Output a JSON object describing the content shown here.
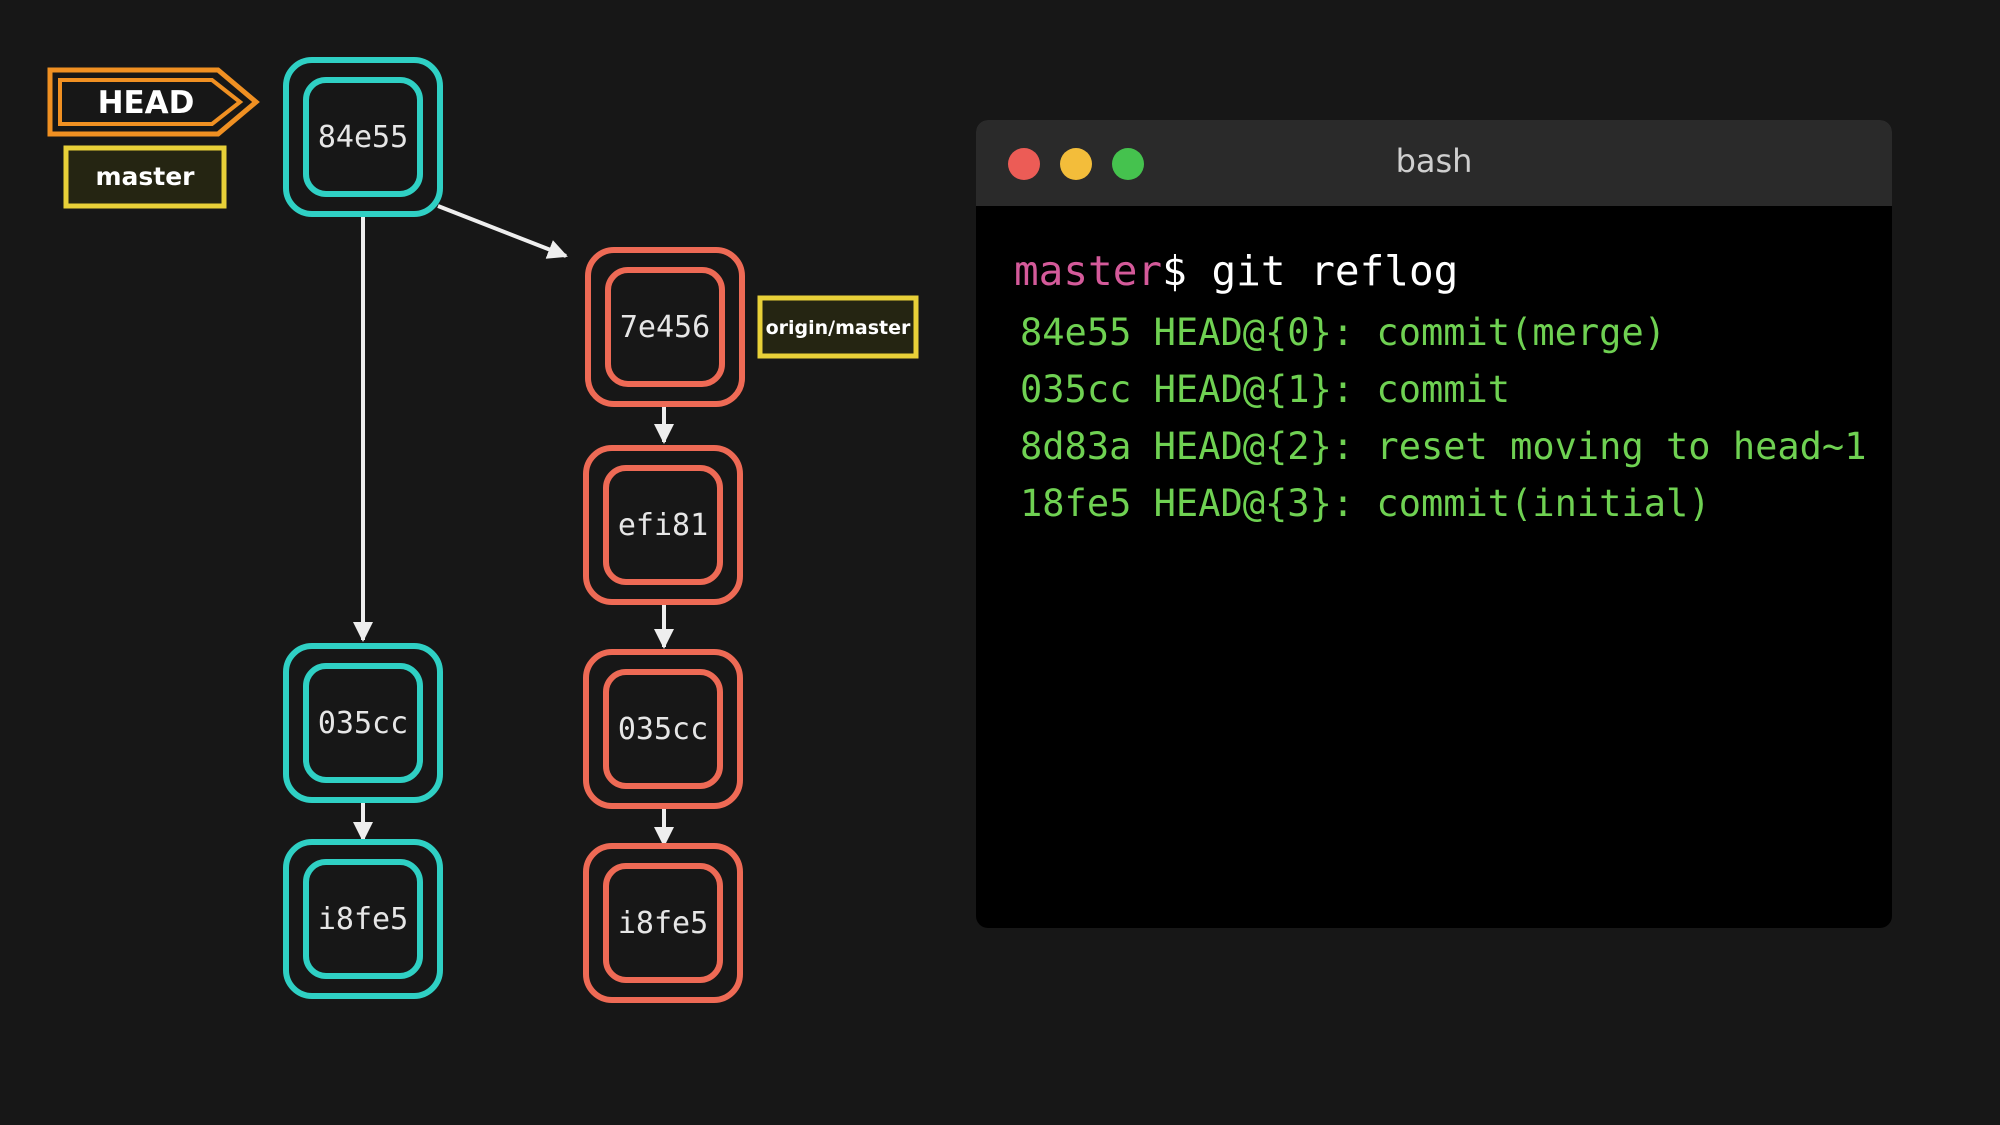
{
  "colors": {
    "master_branch": "#2fd0c4",
    "origin_branch": "#ee6a55",
    "head_pointer": "#f09022",
    "branch_tag": "#e8d038",
    "arrow": "#eeeeee",
    "prompt_branch": "#d45a9a",
    "terminal_output": "#6fd152"
  },
  "pointers": {
    "head": "HEAD",
    "master": "master",
    "origin_master": "origin/master"
  },
  "commits": {
    "local": [
      "84e55",
      "035cc",
      "i8fe5"
    ],
    "remote": [
      "7e456",
      "efi81",
      "035cc",
      "i8fe5"
    ]
  },
  "terminal": {
    "title": "bash",
    "prompt_branch": "master",
    "prompt_symbol": "$",
    "command": "git reflog",
    "output": [
      "84e55 HEAD@{0}: commit(merge)",
      "035cc HEAD@{1}: commit",
      "8d83a HEAD@{2}: reset moving to head~1",
      "18fe5 HEAD@{3}: commit(initial)"
    ]
  }
}
